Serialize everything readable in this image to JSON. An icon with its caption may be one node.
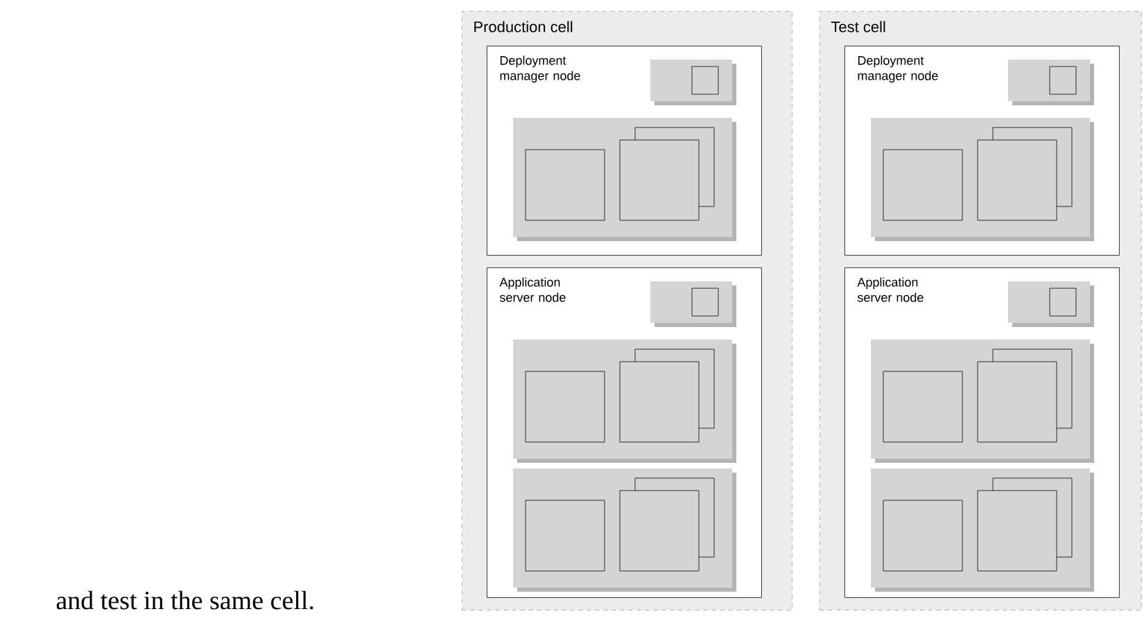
{
  "diagram": {
    "nodes": [
      {
        "text": [
          "Production cell"
        ]
      },
      {
        "text": [
          "Deployment manager node"
        ],
        "in": 0
      },
      {
        "text": [
          "Application server node"
        ],
        "in": 0
      },
      {
        "text": [
          "Test cell"
        ]
      },
      {
        "text": [
          "Deployment manager node"
        ],
        "in": 3
      },
      {
        "text": [
          "Application server node"
        ],
        "in": 3
      }
    ],
    "labels": [
      "and test in the same cell."
    ]
  }
}
